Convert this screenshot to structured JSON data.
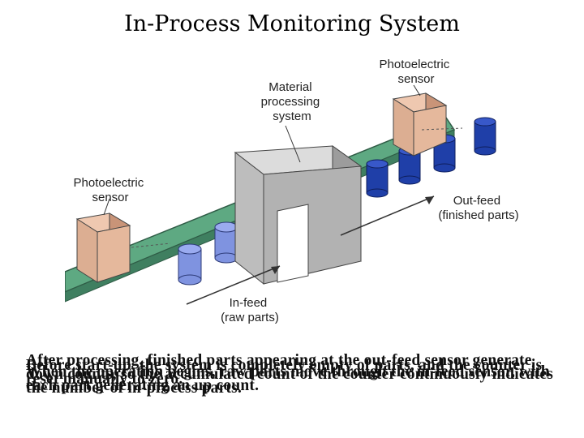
{
  "title": "In-Process Monitoring System",
  "diagram": {
    "labels": {
      "material_processing": [
        "Material",
        "processing",
        "system"
      ],
      "photo_right": [
        "Photoelectric",
        "sensor"
      ],
      "photo_left": [
        "Photoelectric",
        "sensor"
      ],
      "outfeed": [
        "Out-feed",
        "(finished parts)"
      ],
      "infeed": [
        "In-feed",
        "(raw parts)"
      ]
    },
    "colors": {
      "conveyor": "#5ea982",
      "machine": "#bdbdbd",
      "sensor_box": "#dcae92",
      "raw_part": "#7f93e0",
      "finished_part": "#1f3fa8"
    }
  },
  "caption": {
    "layer1": "Before start-up, the system is completely empty of parts, and the counter is reset manually to zero.",
    "layer2": "When the operation begins, raw parts move through the in-feed sensor, with each part generating an up count.",
    "layer3": "After processing, finished parts appearing at the out-feed sensor generate down counts, so the accumulated count of the counter continuously indicates the number of in-process parts."
  }
}
